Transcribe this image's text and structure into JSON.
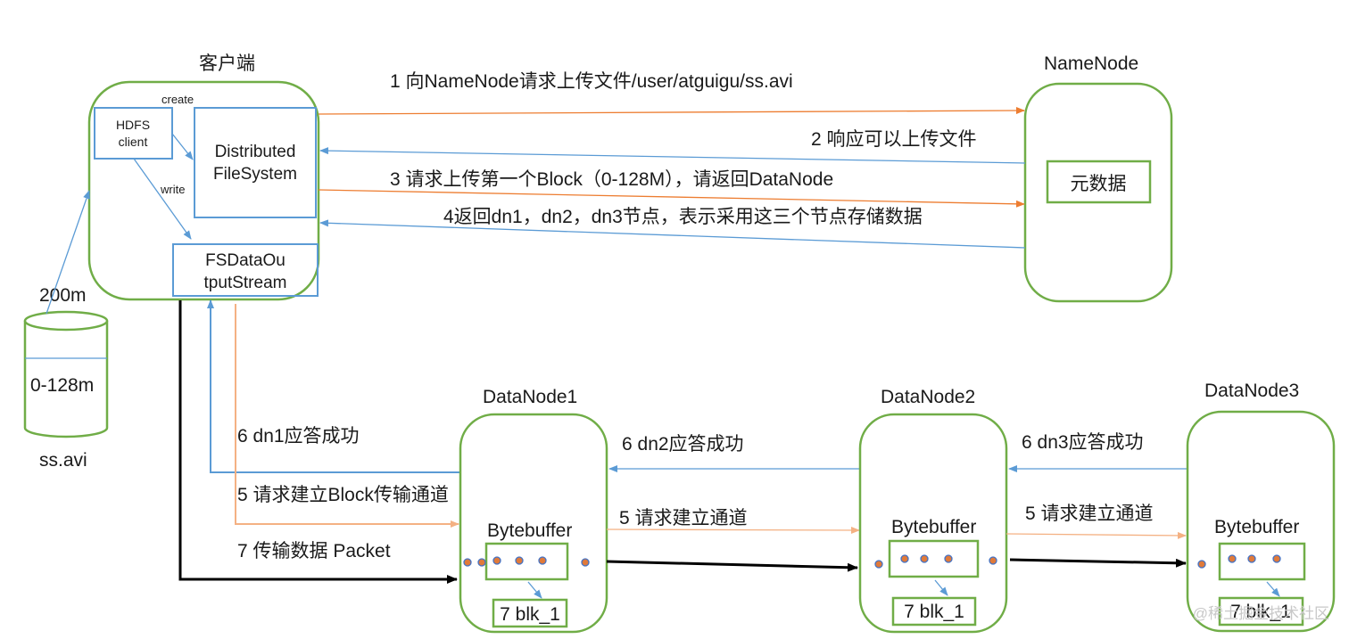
{
  "colors": {
    "green": "#70ad47",
    "blue": "#5b9bd5",
    "orange": "#f4b183",
    "orange_dark": "#ed7d31",
    "black": "#000000",
    "dot_fill": "#e07a3a",
    "dot_stroke": "#4472c4"
  },
  "client": {
    "title": "客户端",
    "hdfs_client_line1": "HDFS",
    "hdfs_client_line2": "client",
    "create_label": "create",
    "write_label": "write",
    "dfs_line1": "Distributed",
    "dfs_line2": "FileSystem",
    "fsdos_line1": "FSDataOu",
    "fsdos_line2": "tputStream"
  },
  "file": {
    "size_label": "200m",
    "block_label": "0-128m",
    "name": "ss.avi"
  },
  "namenode": {
    "title": "NameNode",
    "metadata_label": "元数据"
  },
  "messages": {
    "step1": "1 向NameNode请求上传文件/user/atguigu/ss.avi",
    "step2": "2 响应可以上传文件",
    "step3": "3 请求上传第一个Block（0-128M），请返回DataNode",
    "step4": "4返回dn1，dn2，dn3节点，表示采用这三个节点存储数据",
    "step6_dn1": "6 dn1应答成功",
    "step5_client": "5 请求建立Block传输通道",
    "step7": "7 传输数据  Packet",
    "step6_dn2": "6 dn2应答成功",
    "step5_dn1": "5 请求建立通道",
    "step6_dn3": "6 dn3应答成功",
    "step5_dn2": "5 请求建立通道"
  },
  "datanodes": [
    {
      "title": "DataNode1",
      "buffer_label": "Bytebuffer",
      "block_label": "7 blk_1"
    },
    {
      "title": "DataNode2",
      "buffer_label": "Bytebuffer",
      "block_label": "7 blk_1"
    },
    {
      "title": "DataNode3",
      "buffer_label": "Bytebuffer",
      "block_label": "7 blk_1"
    }
  ],
  "watermark": "@稀土掘金技术社区"
}
